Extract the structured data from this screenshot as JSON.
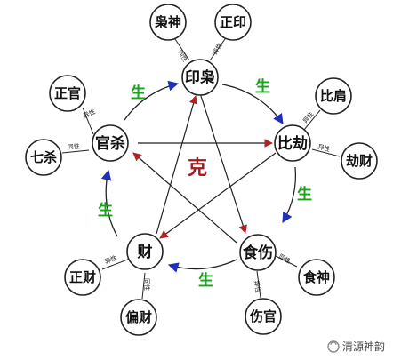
{
  "main_nodes": {
    "yinxiao": "印枭",
    "bijie": "比劫",
    "shishang": "食伤",
    "cai": "财",
    "guansha": "官杀"
  },
  "sub_nodes": {
    "xiaoshen": "枭神",
    "zhengyin": "正印",
    "bijian": "比肩",
    "jiecai": "劫财",
    "shishen": "食神",
    "shangguan": "伤官",
    "zhengcai": "正财",
    "piancai": "偏财",
    "zhengguan": "正官",
    "qisha": "七杀"
  },
  "connector_tags": {
    "same": "同性",
    "diff": "异性"
  },
  "sheng_label": "生",
  "ke_label": "克",
  "watermark": "清源神韵",
  "colors": {
    "sheng_arrow": "#1f2fb8",
    "ke_arrow": "#b02323",
    "sheng_text": "#19a319"
  }
}
